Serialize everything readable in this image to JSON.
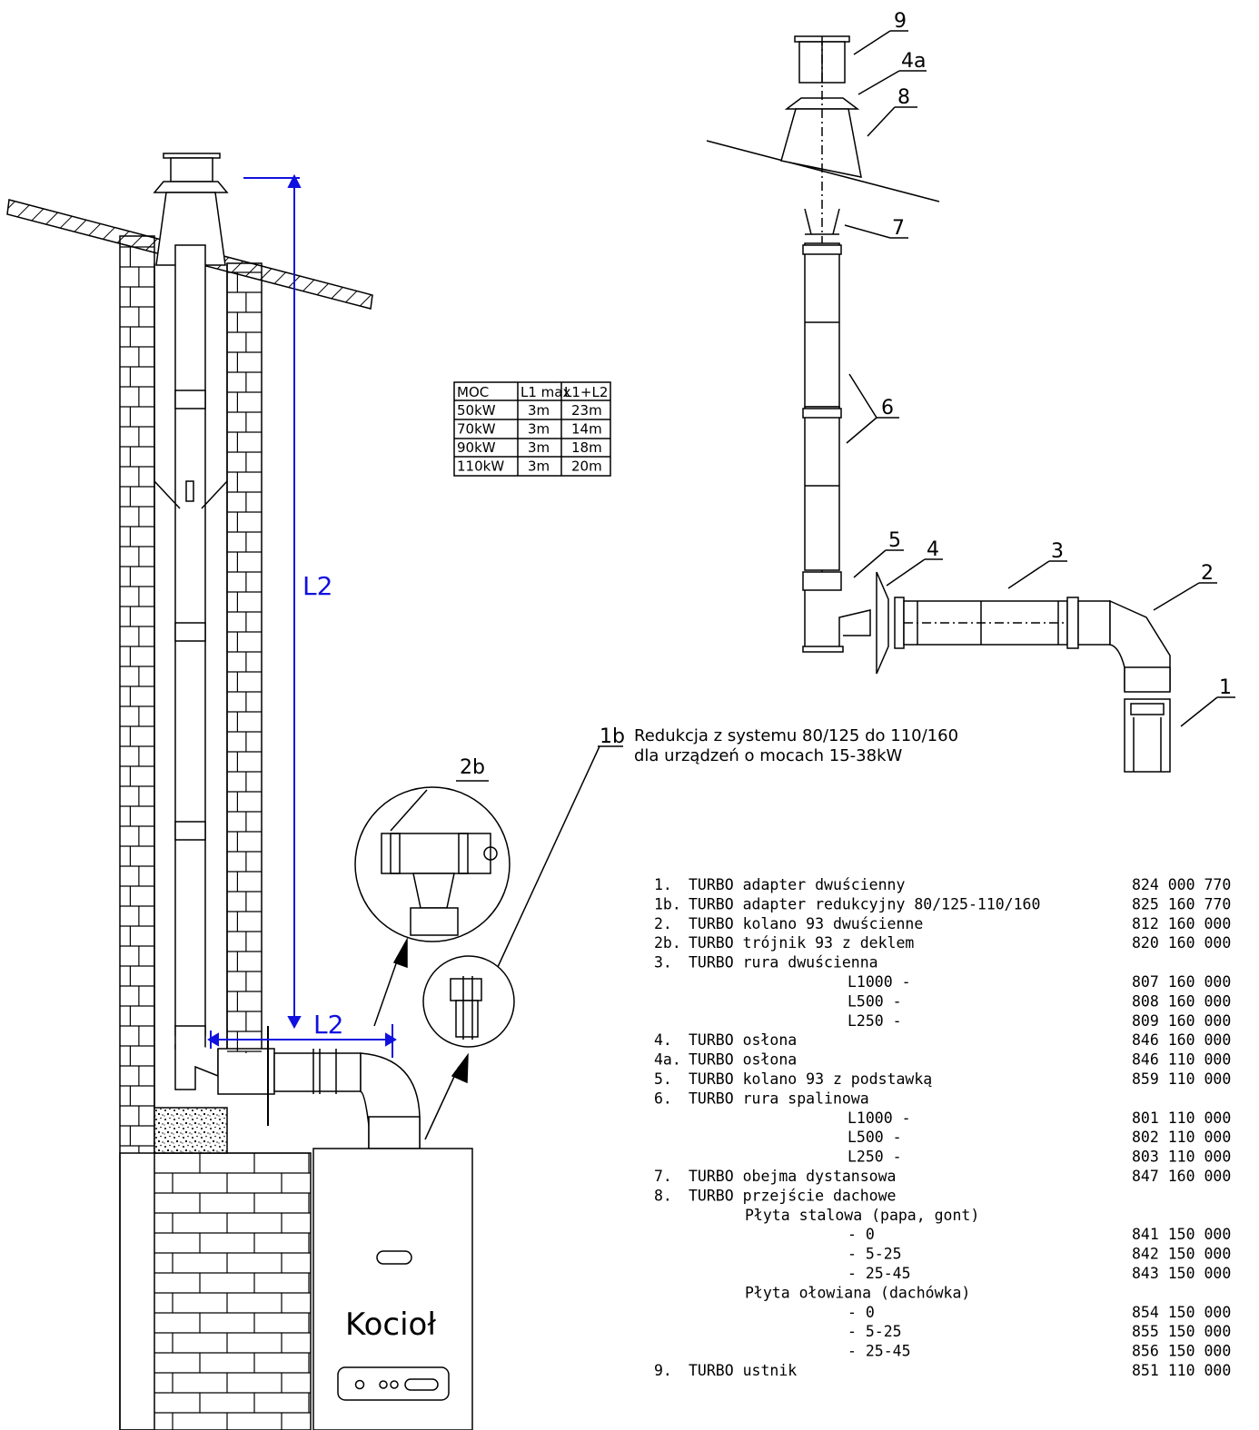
{
  "dimension_labels": {
    "vertical": "L2",
    "horizontal": "L2"
  },
  "callouts": [
    "9",
    "4a",
    "8",
    "7",
    "6",
    "5",
    "4",
    "3",
    "2",
    "1",
    "2b",
    "1b"
  ],
  "reduction_note": [
    "Redukcja z systemu 80/125 do 110/160",
    "dla urządzeń o mocach 15-38kW"
  ],
  "boiler_label": "Kocioł",
  "power_table": {
    "headers": [
      "MOC",
      "L1 max",
      "L1+L2"
    ],
    "rows": [
      [
        "50kW",
        "3m",
        "23m"
      ],
      [
        "70kW",
        "3m",
        "14m"
      ],
      [
        "90kW",
        "3m",
        "18m"
      ],
      [
        "110kW",
        "3m",
        "20m"
      ]
    ]
  },
  "parts": [
    {
      "num": "1.",
      "name": "TURBO adapter dwuścienny",
      "code": "824 000 770"
    },
    {
      "num": "1b.",
      "name": "TURBO adapter redukcyjny 80/125-110/160",
      "code": "825 160 770"
    },
    {
      "num": "2.",
      "name": "TURBO kolano 93 dwuścienne",
      "code": "812 160 000"
    },
    {
      "num": "2b.",
      "name": "TURBO trójnik 93 z deklem",
      "code": "820 160 000"
    },
    {
      "num": "3.",
      "name": "TURBO rura dwuścienna",
      "code": ""
    },
    {
      "num": "",
      "name": "L1000 -",
      "code": "807 160 000"
    },
    {
      "num": "",
      "name": "L500 -",
      "code": "808 160 000"
    },
    {
      "num": "",
      "name": "L250 -",
      "code": "809 160 000"
    },
    {
      "num": "4.",
      "name": "TURBO osłona",
      "code": "846 160 000"
    },
    {
      "num": "4a.",
      "name": "TURBO osłona",
      "code": "846 110 000"
    },
    {
      "num": "5.",
      "name": "TURBO kolano 93 z podstawką",
      "code": "859 110 000"
    },
    {
      "num": "6.",
      "name": "TURBO rura spalinowa",
      "code": ""
    },
    {
      "num": "",
      "name": "L1000 -",
      "code": "801 110 000"
    },
    {
      "num": "",
      "name": "L500 -",
      "code": "802 110 000"
    },
    {
      "num": "",
      "name": "L250 -",
      "code": "803 110 000"
    },
    {
      "num": "7.",
      "name": "TURBO obejma dystansowa",
      "code": "847 160 000"
    },
    {
      "num": "8.",
      "name": "TURBO przejście dachowe",
      "code": ""
    },
    {
      "num": "",
      "name": "Płyta stalowa (papa, gont)",
      "code": ""
    },
    {
      "num": "",
      "name": "- 0",
      "code": "841 150 000"
    },
    {
      "num": "",
      "name": "- 5-25",
      "code": "842 150 000"
    },
    {
      "num": "",
      "name": "- 25-45",
      "code": "843 150 000"
    },
    {
      "num": "",
      "name": "Płyta ołowiana (dachówka)",
      "code": ""
    },
    {
      "num": "",
      "name": "- 0",
      "code": "854 150 000"
    },
    {
      "num": "",
      "name": "- 5-25",
      "code": "855 150 000"
    },
    {
      "num": "",
      "name": "- 25-45",
      "code": "856 150 000"
    },
    {
      "num": "9.",
      "name": "TURBO ustnik",
      "code": "851 110 000"
    }
  ]
}
